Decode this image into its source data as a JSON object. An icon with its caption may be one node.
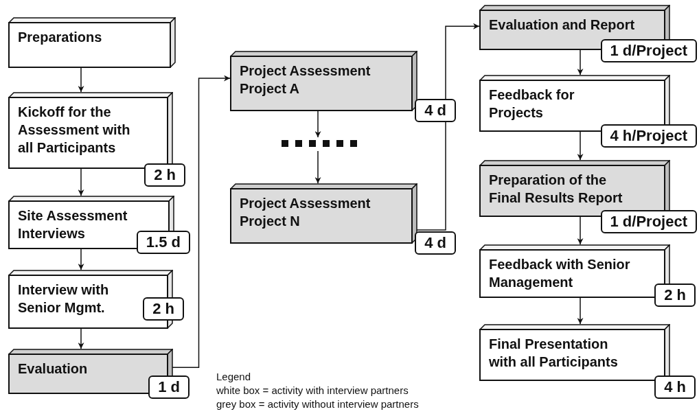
{
  "diagram": {
    "nodes": [
      {
        "text": [
          "Preparations"
        ]
      },
      {
        "text": [
          "Kickoff for the Assessment with all Participants"
        ],
        "beside": [
          "2 h"
        ]
      },
      {
        "text": [
          "Site Assessment Interviews",
          "1.5 d"
        ]
      },
      {
        "text": [
          "Interview with Senior Mgmt.",
          "2 h"
        ]
      },
      {
        "text": [
          "Evaluation"
        ],
        "beside": [
          "1 d"
        ]
      },
      {
        "text": [
          "Project Assessment Project A"
        ],
        "beside": [
          "4 d"
        ]
      },
      {
        "text": [],
        "shape": "dots"
      },
      {
        "text": [
          "Project Assessment Project N"
        ],
        "beside": [
          "4 d"
        ]
      },
      {
        "text": [
          "Evaluation and Report"
        ],
        "beside": [
          "1 d/Project"
        ]
      },
      {
        "text": [
          "Feedback for Projects"
        ],
        "beside": [
          "4 h/Project"
        ]
      },
      {
        "text": [
          "Preparation of the Final Results Report"
        ],
        "beside": [
          "1 d/Project"
        ]
      },
      {
        "text": [
          "Feedback with Senior Management"
        ],
        "beside": [
          "2 h"
        ]
      },
      {
        "text": [
          "Final Presentation with all Participants"
        ],
        "beside": [
          "4 h"
        ]
      }
    ],
    "edges": [
      {
        "from": 0,
        "to": 1,
        "arrow": "to"
      },
      {
        "from": 1,
        "to": 2,
        "arrow": "to"
      },
      {
        "from": 2,
        "to": 3,
        "arrow": "to"
      },
      {
        "from": 3,
        "to": 4,
        "arrow": "to"
      },
      {
        "from": 4,
        "to": 5,
        "arrow": "to"
      },
      {
        "from": 5,
        "to": 6,
        "arrow": "to"
      },
      {
        "from": 6,
        "to": 7,
        "arrow": "to"
      },
      {
        "from": 7,
        "to": 8,
        "arrow": "to"
      },
      {
        "from": 8,
        "to": 9,
        "arrow": "to"
      },
      {
        "from": 9,
        "to": 10,
        "arrow": "to"
      },
      {
        "from": 10,
        "to": 11,
        "arrow": "to"
      },
      {
        "from": 11,
        "to": 12,
        "arrow": "to"
      }
    ],
    "labels": [
      "Legend"
    ],
    "legend": [
      {
        "text": "white box = activity with interview partners"
      },
      {
        "text": "grey box = activity without interview partners"
      }
    ]
  }
}
